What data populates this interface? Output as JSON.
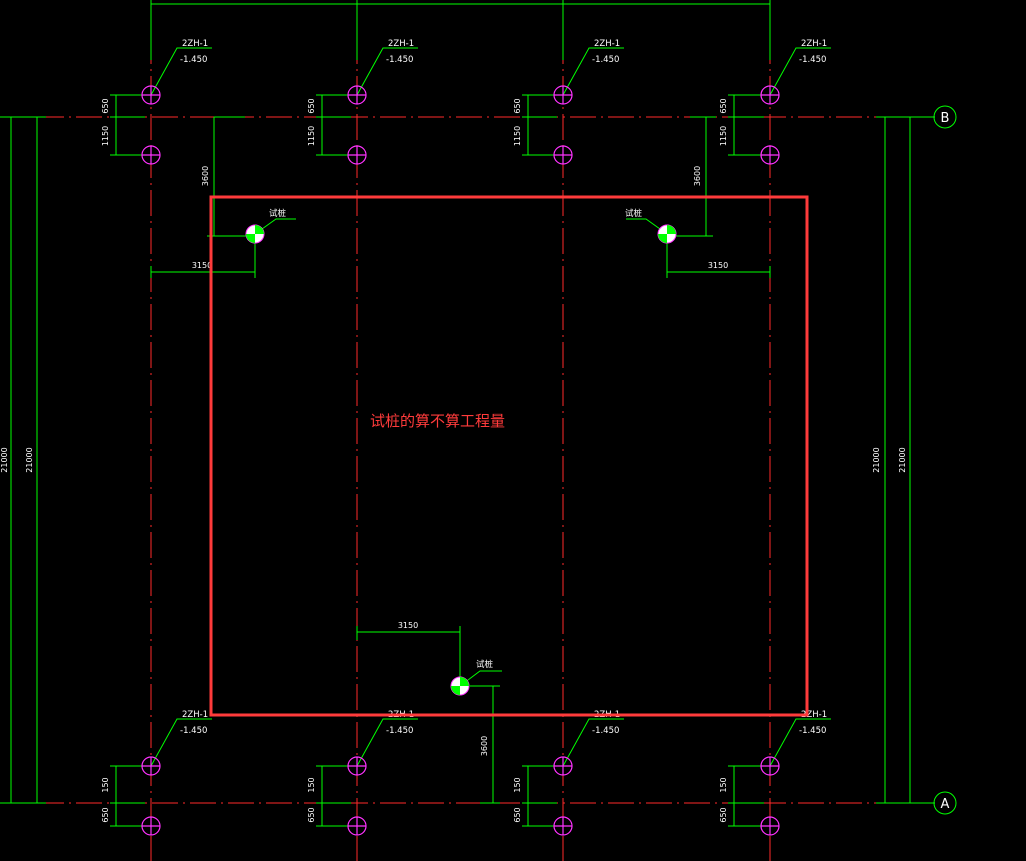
{
  "colors": {
    "background": "#000000",
    "axis_line": "#ff2a2a",
    "dimension": "#00ff00",
    "pile": "#ff33ff",
    "test_pile_fill": "#00ff00",
    "highlight_box": "#ff3b3b",
    "text": "#ffffff"
  },
  "axes": {
    "top": "B",
    "bottom": "A"
  },
  "pile_label": {
    "name": "2ZH-1",
    "elevation": "-1.450"
  },
  "test_pile_label": "试桩",
  "dimensions": {
    "d650": "650",
    "d1150": "1150",
    "d3600": "3600",
    "d3150": "3150",
    "d150": "150",
    "d21000": "21000"
  },
  "annotation": "试桩的算不算工程量"
}
